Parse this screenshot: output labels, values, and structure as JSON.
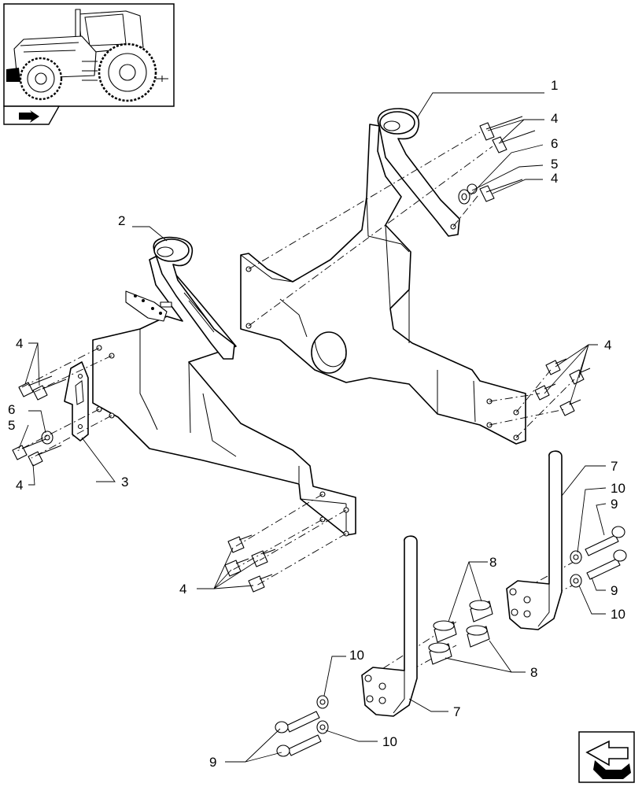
{
  "callouts": {
    "c1": "1",
    "c2": "2",
    "c3": "3",
    "c4a": "4",
    "c6a": "6",
    "c5a": "5",
    "c4b": "4",
    "c4c": "4",
    "c4d": "4",
    "c6b": "6",
    "c5b": "5",
    "c4e": "4",
    "c4f": "4",
    "c7a": "7",
    "c10a": "10",
    "c9a": "9",
    "c9b": "9",
    "c10b": "10",
    "c8a": "8",
    "c8b": "8",
    "c10c": "10",
    "c7b": "7",
    "c10d": "10",
    "c9c": "9"
  },
  "icons": {
    "thumbnail": "tractor-thumbnail-icon",
    "thumbnail_tab": "navigation-arrow-icon",
    "corner_nav": "next-page-arrow-icon"
  }
}
